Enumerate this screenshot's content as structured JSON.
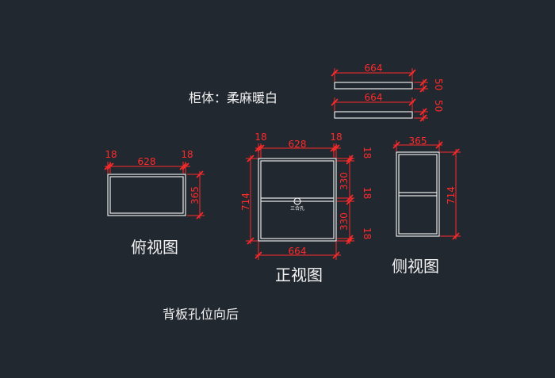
{
  "labels": {
    "cabinet_material": "柜体：柔麻暖白",
    "top_view": "俯视图",
    "front_view": "正视图",
    "side_view": "侧视图",
    "back_note": "背板孔位向后",
    "hole_mark": "三合孔"
  },
  "shelves": {
    "shelf1_width": "664",
    "shelf1_depth": "50",
    "shelf2_width": "664",
    "shelf2_depth": "50"
  },
  "top_view_dims": {
    "left_thick": "18",
    "inner": "628",
    "right_thick": "18",
    "depth": "365"
  },
  "front_view_dims": {
    "left_thick": "18",
    "inner": "628",
    "right_thick": "18",
    "height": "714",
    "bottom_width": "664",
    "top_board": "18",
    "upper_gap": "330",
    "mid_board": "18",
    "lower_gap": "330",
    "bottom_board": "18"
  },
  "side_view_dims": {
    "depth": "365",
    "height": "714"
  },
  "colors": {
    "background": "#212830",
    "outline": "#e8e8e8",
    "dimension": "#ff2a2a"
  }
}
